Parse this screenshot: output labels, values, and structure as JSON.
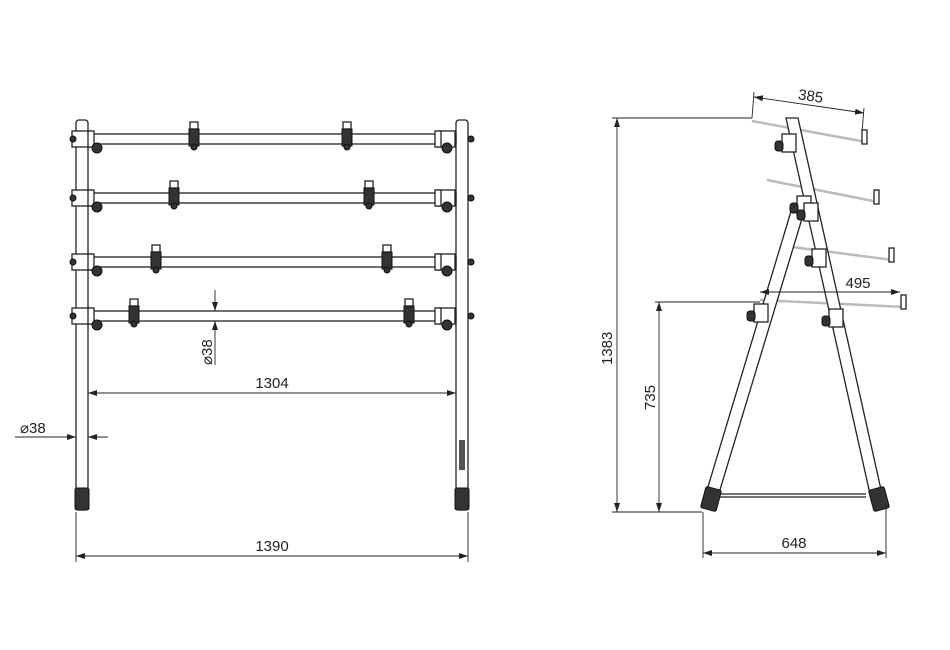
{
  "front_view": {
    "dim_overall_width": "1390",
    "dim_inner_width": "1304",
    "dim_tube_diameter_post": "⌀38",
    "dim_tube_diameter_bar": "⌀38",
    "tier_count": 4
  },
  "side_view": {
    "dim_overall_height": "1383",
    "dim_lower_tier_height": "735",
    "dim_base_depth": "648",
    "dim_top_tier_depth": "385",
    "dim_lower_tier_depth": "495"
  },
  "colors": {
    "line": "#222222",
    "background": "#ffffff"
  }
}
